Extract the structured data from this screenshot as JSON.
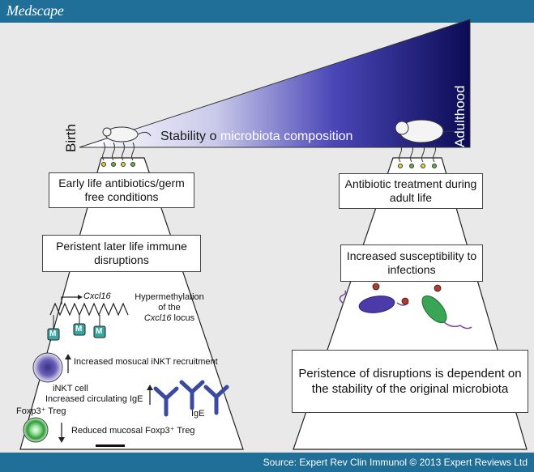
{
  "header": {
    "brand": "Medscape"
  },
  "footer": {
    "source": "Source: Expert Rev Clin Immunol © 2013 Expert Reviews Ltd"
  },
  "diagram": {
    "birth_label": "Birth",
    "adulthood_label": "Adulthood",
    "stability_part1": "Stability o",
    "stability_part2": "microbiota composition",
    "left": {
      "box1": "Early life antibiotics/germ free conditions",
      "box2": "Peristent later life immune disruptions",
      "gene_name": "Cxcl16",
      "methyl_mark": "M",
      "hypermethylation_text1": "Hypermethylation",
      "hypermethylation_text2": "of the",
      "hypermethylation_text3": "Cxcl16",
      "hypermethylation_text4": "locus",
      "inkt_recruitment": "Increased mosucal iNKT recruitment",
      "inkt_cell": "iNKT cell",
      "ige_circulating": "Increased circulating IgE",
      "ige_label": "IgE",
      "treg_label": "Foxp3⁺ Treg",
      "treg_reduced": "Reduced mucosal Foxp3⁺ Treg"
    },
    "right": {
      "box1": "Antibiotic treatment during adult life",
      "box2": "Increased susceptibility to infections",
      "box3": "Peristence of disruptions is dependent on the stability of the original microbiota"
    }
  }
}
